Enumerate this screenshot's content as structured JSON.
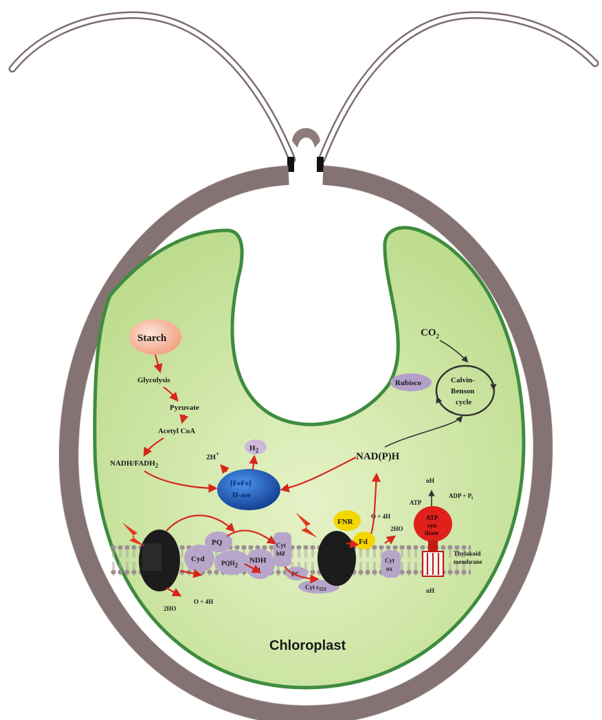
{
  "compartment": {
    "label": "Chloroplast"
  },
  "metabolism": {
    "starch": "Starch",
    "glycolysis": "Glycolysis",
    "pyruvate": "Pyruvate",
    "acetyl_coa": "Acetyl CoA",
    "nadh_fadh": "NADH/FADH",
    "nadh_fadh_sub": "2"
  },
  "hydrogenase": {
    "line1": "[FeFe]",
    "line2": "H-ase",
    "h2": "H",
    "h2_sub": "2",
    "two_h": "2H",
    "two_h_sup": "+"
  },
  "calvin": {
    "co2": "CO",
    "co2_sub": "2",
    "rubisco": "Rubisco",
    "cycle_line1": "Calvin-",
    "cycle_line2": "Benson",
    "cycle_line3": "cycle",
    "nadph": "NAD(P)H"
  },
  "membrane": {
    "cyd": "Cyd",
    "pq": "PQ",
    "pqh2": "PQH",
    "pqh2_sub": "2",
    "ndh": "NDH",
    "ndh_sub": "1",
    "cyt_b6f_1": "Cyt",
    "cyt_b6f_2": "b6f",
    "pc": "PC",
    "cyt_c553": "Cyt c",
    "cyt_c553_sub": "553",
    "fnr": "FNR",
    "fd": "Fd",
    "cyt_ox_1": "Cyt",
    "cyt_ox_2": "ox",
    "o2_4h_right": "O",
    "o2_4h_right_rest": " + 4H",
    "two_h2o_right": "2H",
    "two_h2o_right_rest": "O",
    "o2_4h_left": "O",
    "o2_4h_left_rest": " + 4H",
    "two_h2o_left": "2H",
    "two_h2o_left_rest": "O",
    "thylakoid_1": "Thylakoid",
    "thylakoid_2": "membrane"
  },
  "atp_synthase": {
    "nh_top": "nH",
    "nh_bottom": "nH",
    "atp": "ATP",
    "adp_pi": "ADP + P",
    "adp_pi_sub": "i",
    "label1": "ATP",
    "label2": "syn",
    "label3": "thase"
  },
  "colors": {
    "cell_wall": "#8e7b7b",
    "chloroplast_fill": "#cfe5a6",
    "chloroplast_edge": "#3f8c3f",
    "arrow_red": "#d8261c",
    "protein_lilac": "#b7a6c9",
    "hydrogenase_blue": "#1f5fbf",
    "fnr_yellow": "#f4d700",
    "atp_red": "#e0201b",
    "starch_peach": "#f6b8a0"
  }
}
